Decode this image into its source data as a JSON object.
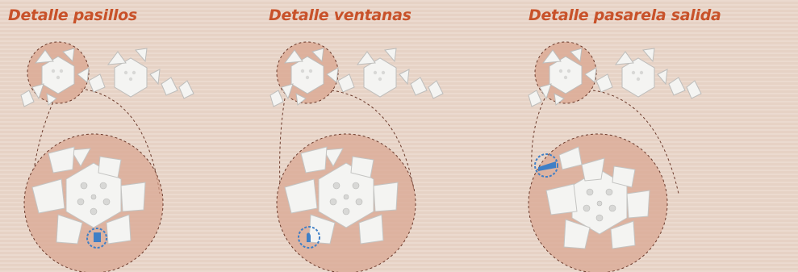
{
  "colors": {
    "title": "#c8522a",
    "callout_fill": "#d9a48e",
    "callout_stroke": "#6b3a2b",
    "module_white": "#f4f4f2",
    "module_shade": "#d8d8d6",
    "highlight_blue": "#3f7fc6"
  },
  "panels": [
    {
      "title": "Detalle pasillos",
      "highlight": "pasillo"
    },
    {
      "title": "Detalle ventanas",
      "highlight": "ventana"
    },
    {
      "title": "Detalle pasarela salida",
      "highlight": "pasarela"
    }
  ]
}
